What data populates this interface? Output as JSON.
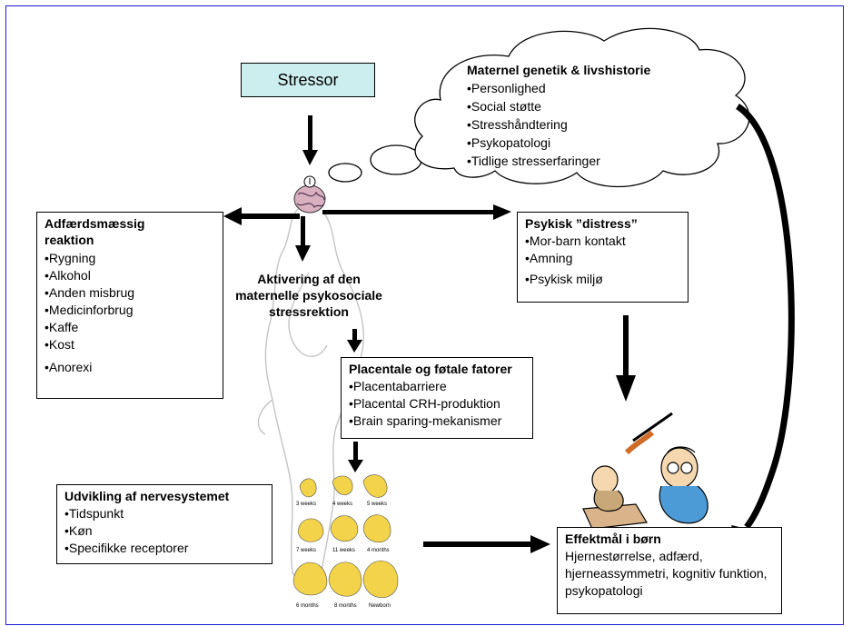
{
  "stressor": "Stressor",
  "maternal": {
    "title": "Maternel genetik & livshistorie",
    "items": [
      "•Personlighed",
      "•Social støtte",
      "•Stresshåndtering",
      "•Psykopatologi",
      "•Tidlige stresserfaringer"
    ]
  },
  "behavior": {
    "title_line1": "Adfærdsmæssig",
    "title_line2": "reaktion",
    "items": [
      "•Rygning",
      "•Alkohol",
      "•Anden misbrug",
      "•Medicinforbrug",
      "•Kaffe",
      "•Kost",
      "•Anorexi"
    ]
  },
  "distress": {
    "title": "Psykisk ”distress”",
    "items": [
      "•Mor-barn kontakt",
      "•Amning",
      "•Psykisk miljø"
    ]
  },
  "activation": {
    "line1": "Aktivering af den",
    "line2": "maternelle psykosociale",
    "line3": "stressrektion"
  },
  "placental": {
    "title": "Placentale og føtale fatorer",
    "items": [
      "•Placentabarriere",
      "•Placental CRH-produktion",
      "•Brain sparing-mekanismer"
    ]
  },
  "nervous": {
    "title": "Udvikling af nervesystemet",
    "items": [
      "•Tidspunkt",
      "•Køn",
      "•Specifikke receptorer"
    ]
  },
  "effect": {
    "title": "Effektmål i børn",
    "lines": [
      "Hjernestørrelse, adfærd,",
      "hjerneassymmetri, kognitiv funktion,",
      "psykopatologi"
    ]
  },
  "embryo_labels": [
    "3 weeks",
    "4 weeks",
    "5 weeks",
    "7 weeks",
    "11 weeks",
    "4 months",
    "6 months",
    "8 months",
    "Newborn"
  ]
}
